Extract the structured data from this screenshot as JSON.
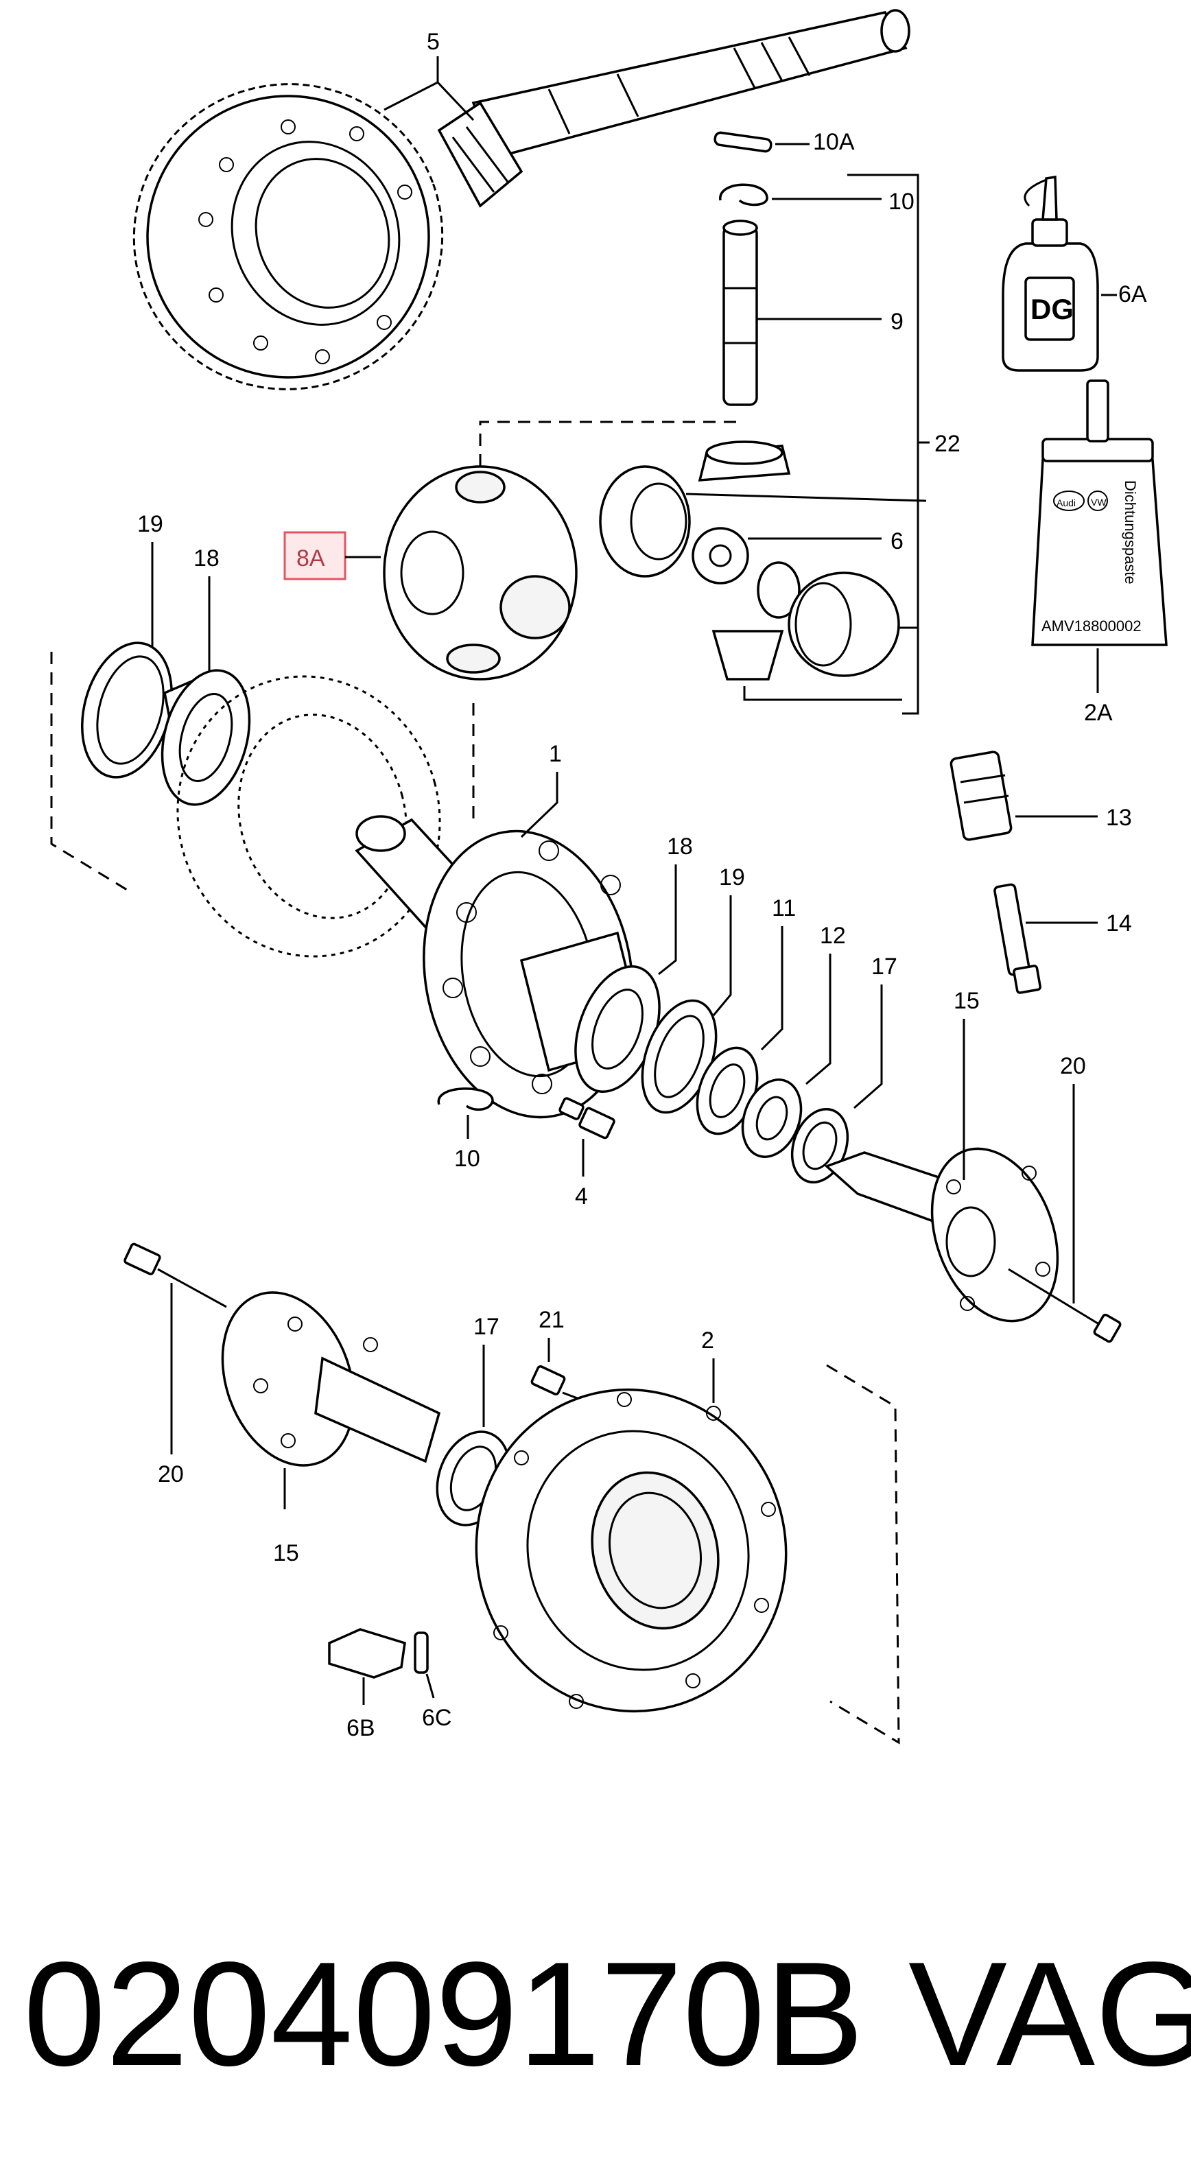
{
  "diagram": {
    "labels": {
      "l5": "5",
      "l10a": "10A",
      "l10_top": "10",
      "l9": "9",
      "l22": "22",
      "l6a": "6A",
      "l8a": "8A",
      "l6": "6",
      "l19_left": "19",
      "l18_left": "18",
      "l2a": "2A",
      "l1": "1",
      "l13": "13",
      "l18_mid": "18",
      "l19_mid": "19",
      "l11": "11",
      "l12": "12",
      "l17_mid": "17",
      "l14": "14",
      "l15_mid": "15",
      "l20_mid": "20",
      "l10_bottom": "10",
      "l4": "4",
      "l20_bottom": "20",
      "l17_bottom": "17",
      "l21": "21",
      "l2": "2",
      "l15_bottom": "15",
      "l6b": "6B",
      "l6c": "6C"
    },
    "bottle_text": "DG",
    "tube_text": "Dichtungspaste",
    "tube_code": "AMV18800002",
    "tube_logo_left": "Audi",
    "tube_logo_right": "VW",
    "highlight_color": "#e25560",
    "highlight_fill": "#fde9ea"
  },
  "caption": {
    "part_number": "020409170B",
    "brand": "VAG"
  }
}
